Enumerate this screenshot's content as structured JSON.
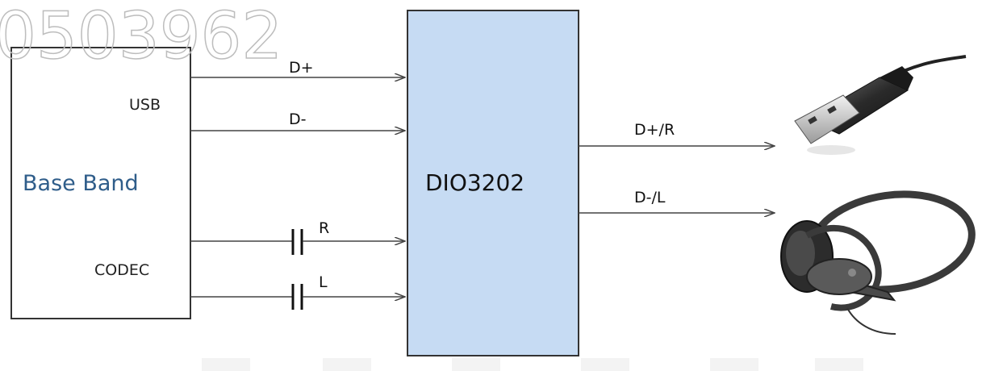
{
  "watermark": {
    "text": "0503962"
  },
  "base_band_block": {
    "title": "Base Band",
    "usb_label": "USB",
    "codec_label": "CODEC"
  },
  "chip_block": {
    "label": "DIO3202"
  },
  "signals": {
    "d_plus": "D+",
    "d_minus": "D-",
    "r": "R",
    "l": "L",
    "out_d_plus_r": "D+/R",
    "out_d_minus_l": "D-/L"
  },
  "devices": {
    "usb_icon": "usb-plug-icon",
    "headphones_icon": "headphones-icon"
  },
  "colors": {
    "chip_fill": "#c6dbf3",
    "title_color": "#2f5d8a",
    "line_color": "#333333",
    "watermark_color": "#bdbdbd"
  }
}
